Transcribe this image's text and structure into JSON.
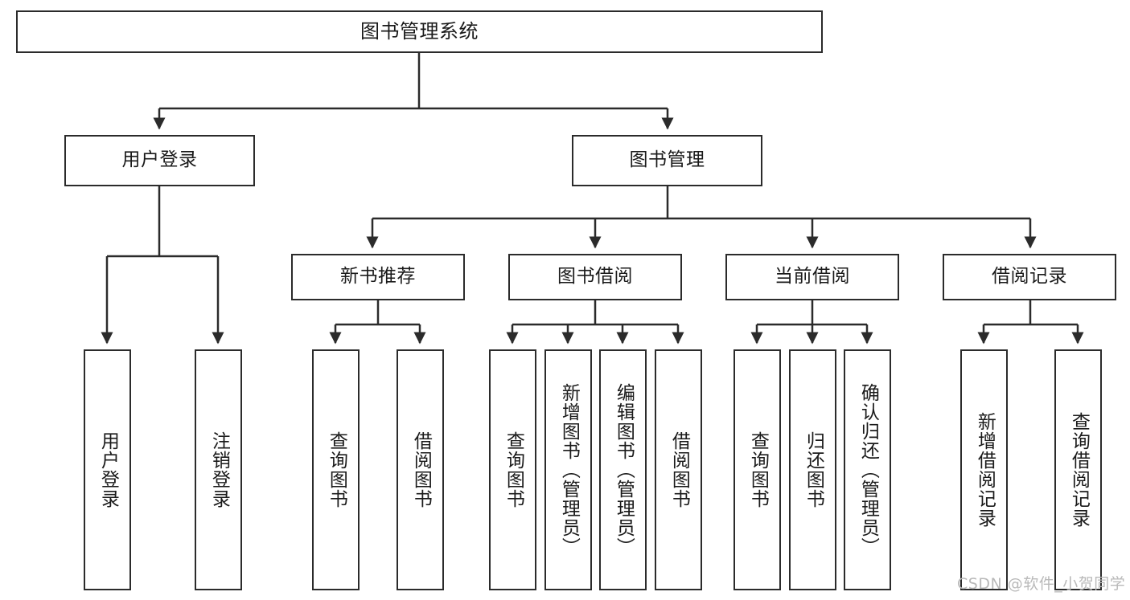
{
  "diagram": {
    "type": "tree-hierarchy-chart",
    "title_node": {
      "label": "图书管理系统"
    },
    "level2": [
      {
        "id": "user-login",
        "label": "用户登录"
      },
      {
        "id": "book-management",
        "label": "图书管理"
      }
    ],
    "level3": [
      {
        "id": "new-book-recommend",
        "label": "新书推荐",
        "parent": "book-management"
      },
      {
        "id": "book-borrow",
        "label": "图书借阅",
        "parent": "book-management"
      },
      {
        "id": "current-borrow",
        "label": "当前借阅",
        "parent": "book-management"
      },
      {
        "id": "borrow-record",
        "label": "借阅记录",
        "parent": "book-management"
      }
    ],
    "leaves": [
      {
        "id": "leaf-user-login",
        "label": "用户登录",
        "parent": "user-login"
      },
      {
        "id": "leaf-logout-login",
        "label": "注销登录",
        "parent": "user-login"
      },
      {
        "id": "leaf-query-book-1",
        "label": "查询图书",
        "parent": "new-book-recommend"
      },
      {
        "id": "leaf-borrow-book-1",
        "label": "借阅图书",
        "parent": "new-book-recommend"
      },
      {
        "id": "leaf-query-book-2",
        "label": "查询图书",
        "parent": "book-borrow"
      },
      {
        "id": "leaf-add-book",
        "label": "新增图书（管理员）",
        "parent": "book-borrow"
      },
      {
        "id": "leaf-edit-book",
        "label": "编辑图书（管理员）",
        "parent": "book-borrow"
      },
      {
        "id": "leaf-borrow-book-2",
        "label": "借阅图书",
        "parent": "book-borrow"
      },
      {
        "id": "leaf-query-book-3",
        "label": "查询图书",
        "parent": "current-borrow"
      },
      {
        "id": "leaf-return-book",
        "label": "归还图书",
        "parent": "current-borrow"
      },
      {
        "id": "leaf-confirm-return",
        "label": "确认归还（管理员）",
        "parent": "current-borrow"
      },
      {
        "id": "leaf-add-record",
        "label": "新增借阅记录",
        "parent": "borrow-record"
      },
      {
        "id": "leaf-query-record",
        "label": "查询借阅记录",
        "parent": "borrow-record"
      }
    ],
    "colors": {
      "stroke": "#2b2b2b",
      "fill": "#ffffff",
      "text": "#1a1a1a",
      "watermark": "#b9b9b9"
    }
  },
  "watermark": {
    "text": "CSDN @软件_小贺同学"
  }
}
